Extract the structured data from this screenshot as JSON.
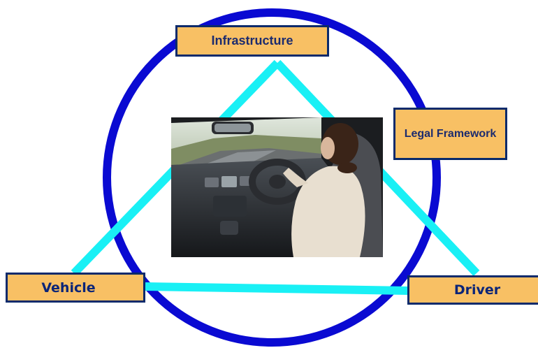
{
  "diagram": {
    "nodes": {
      "infrastructure": "Infrastructure",
      "legal_framework": "Legal Framework",
      "vehicle": "Vehicle",
      "driver": "Driver"
    },
    "photo": {
      "description_icon": "driver-in-car-photo"
    }
  },
  "colors": {
    "circle": "#0a0ad2",
    "triangle": "#19f0f5",
    "box_fill": "#f8c064",
    "box_border": "#0a2a6b",
    "box_text_dark": "#1c2b6e",
    "box_text_navy": "#0b2578"
  }
}
